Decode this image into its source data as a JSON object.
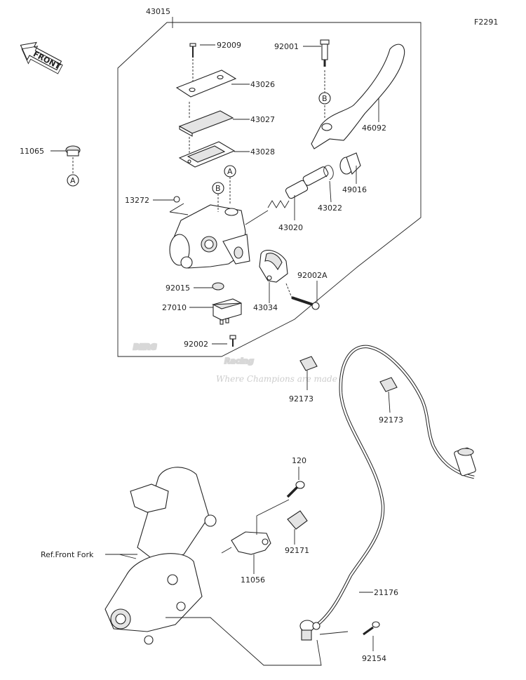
{
  "figure_code": "F2291",
  "front_label": "FRONT",
  "watermark": {
    "brand_top": "BERG",
    "brand_bottom": "Racing",
    "tagline": "Where Champions are made"
  },
  "callouts": [
    {
      "id": "43015",
      "label": "43015"
    },
    {
      "id": "92009",
      "label": "92009"
    },
    {
      "id": "92001",
      "label": "92001"
    },
    {
      "id": "43026",
      "label": "43026"
    },
    {
      "id": "43027",
      "label": "43027"
    },
    {
      "id": "43028",
      "label": "43028"
    },
    {
      "id": "46092",
      "label": "46092"
    },
    {
      "id": "11065",
      "label": "11065"
    },
    {
      "id": "13272",
      "label": "13272"
    },
    {
      "id": "49016",
      "label": "49016"
    },
    {
      "id": "43022",
      "label": "43022"
    },
    {
      "id": "43020",
      "label": "43020"
    },
    {
      "id": "92002A",
      "label": "92002A"
    },
    {
      "id": "92015",
      "label": "92015"
    },
    {
      "id": "27010",
      "label": "27010"
    },
    {
      "id": "43034",
      "label": "43034"
    },
    {
      "id": "92002",
      "label": "92002"
    },
    {
      "id": "92173a",
      "label": "92173"
    },
    {
      "id": "92173b",
      "label": "92173"
    },
    {
      "id": "120",
      "label": "120"
    },
    {
      "id": "92171",
      "label": "92171"
    },
    {
      "id": "11056",
      "label": "11056"
    },
    {
      "id": "21176",
      "label": "21176"
    },
    {
      "id": "92154",
      "label": "92154"
    },
    {
      "id": "ref-fork",
      "label": "Ref.Front Fork"
    }
  ],
  "ref_markers": {
    "a": "A",
    "b": "B"
  }
}
